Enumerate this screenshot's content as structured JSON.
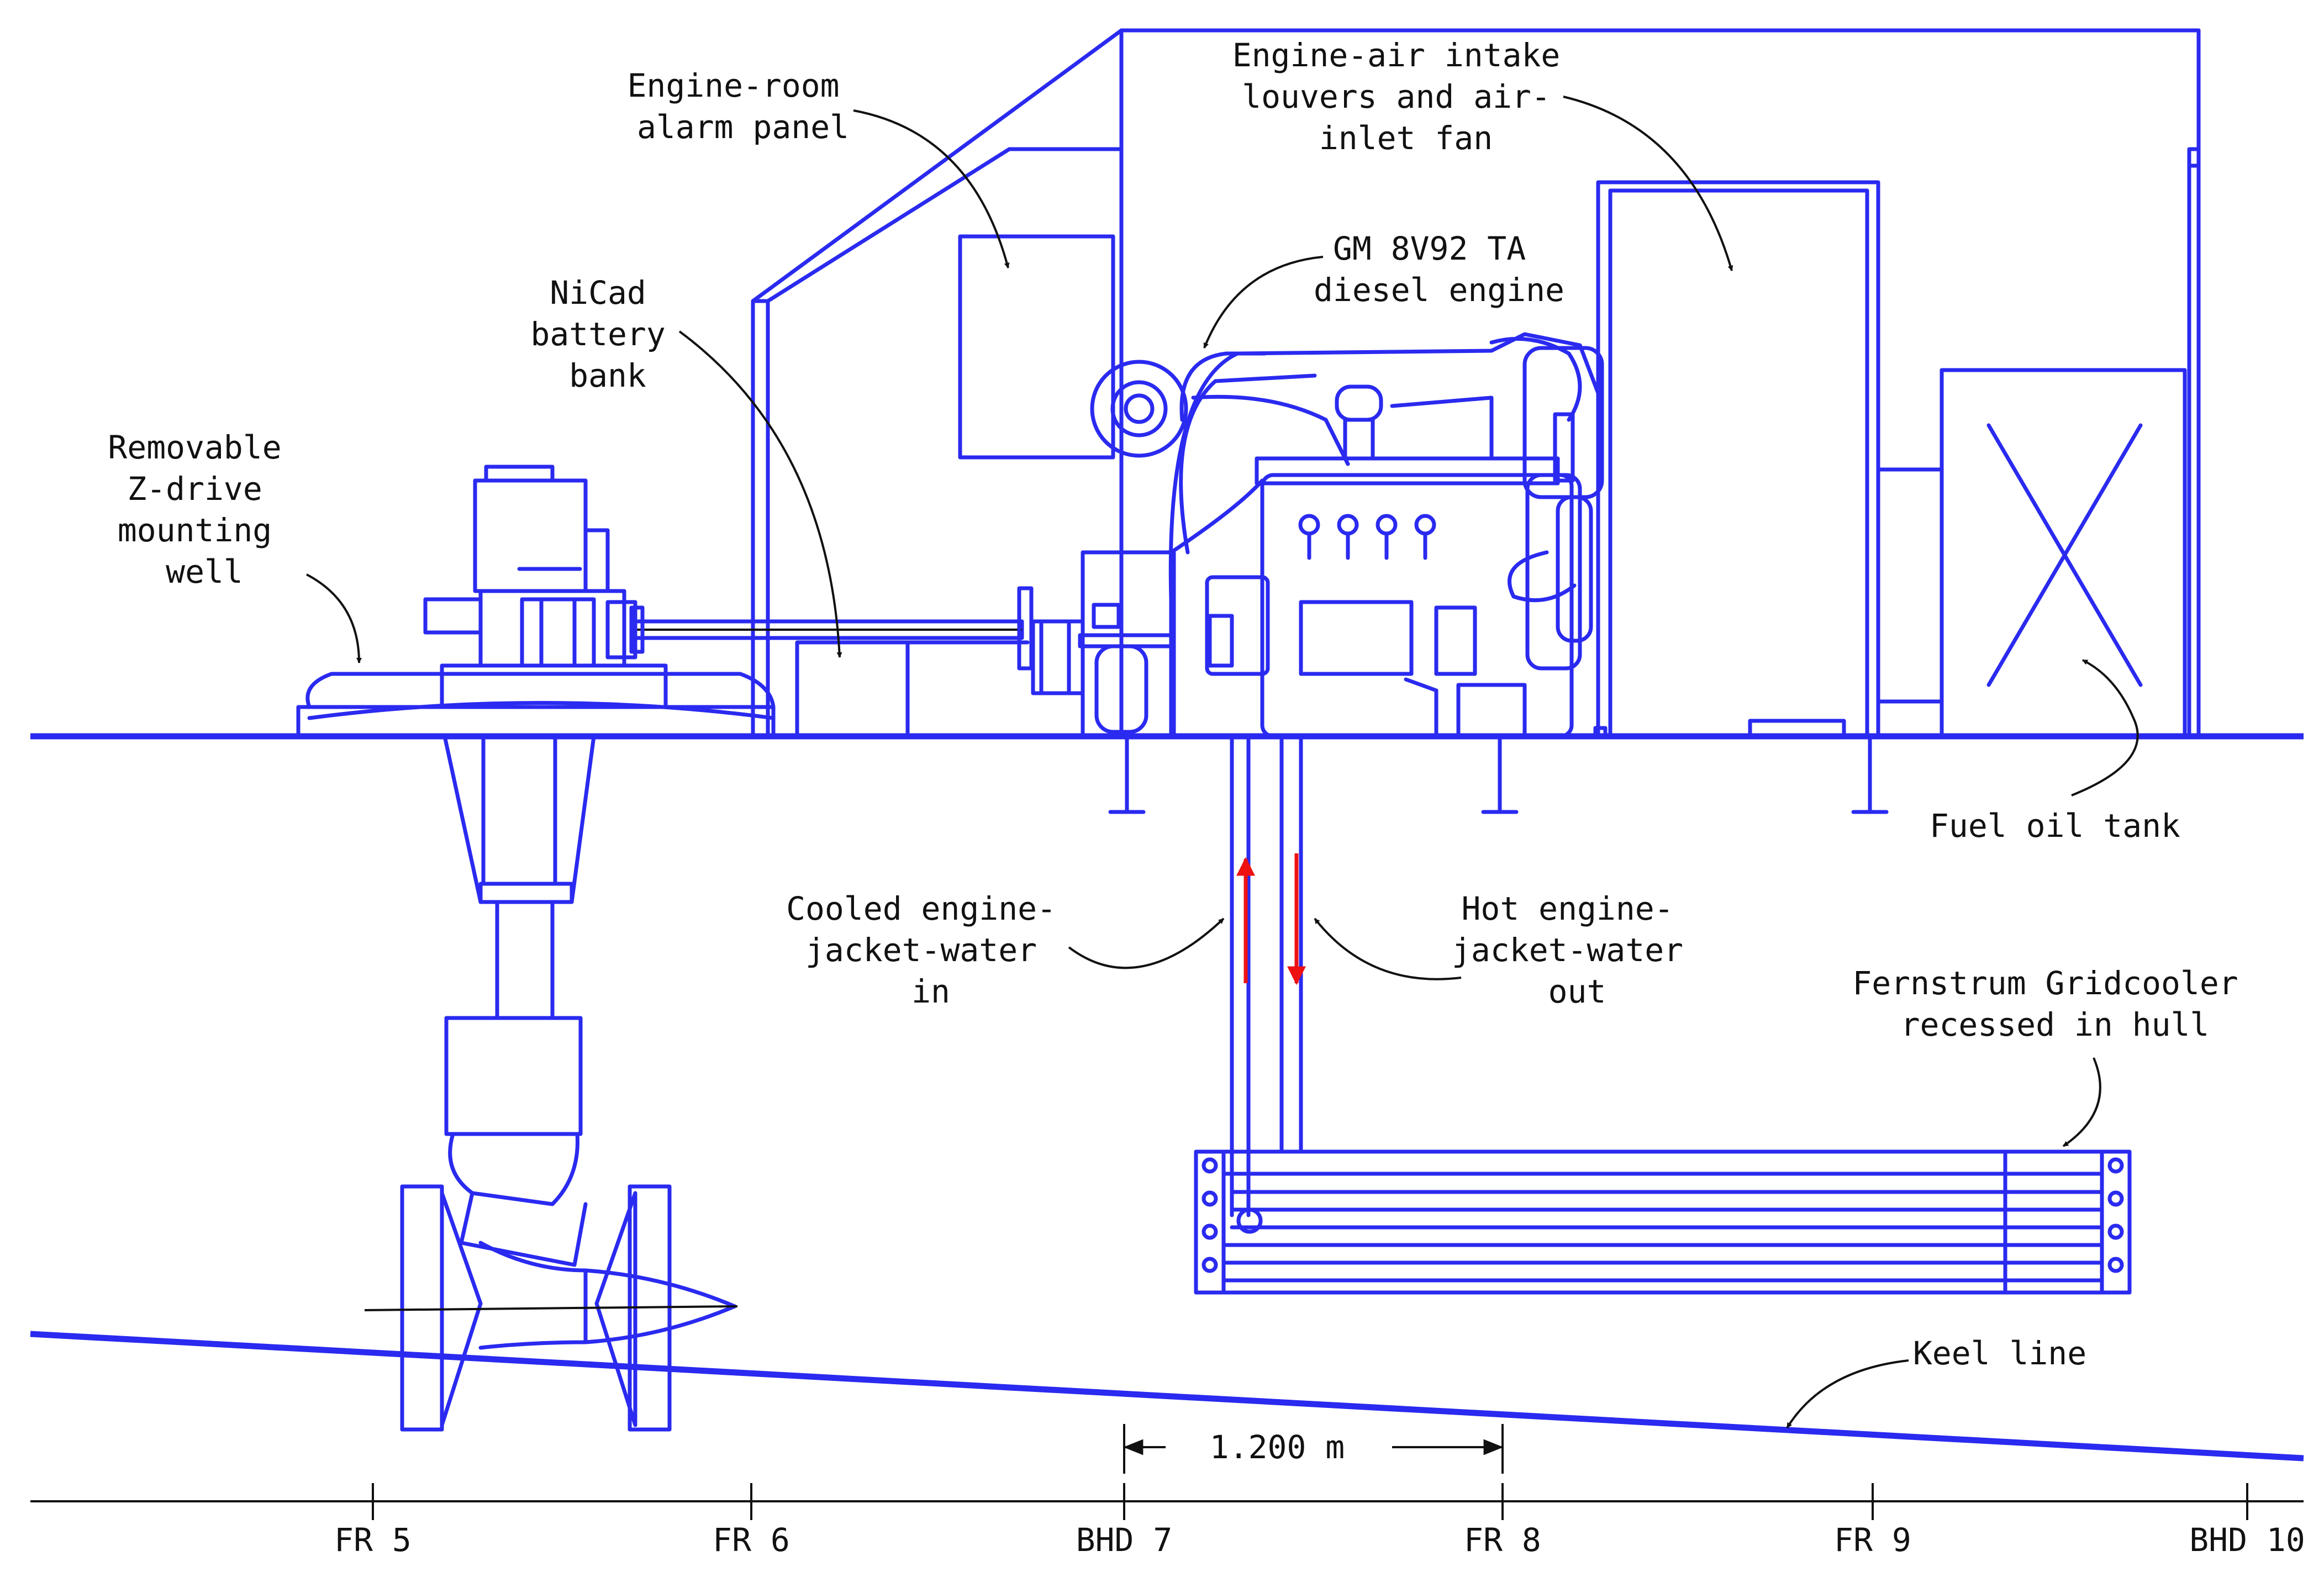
{
  "colors": {
    "drawing": "#2a2af0",
    "text": "#111111",
    "flow_arrow": "#ee1111",
    "background": "#ffffff"
  },
  "labels": {
    "alarm_panel": [
      "Engine-room",
      "alarm panel"
    ],
    "air_intake": [
      "Engine-air intake",
      "louvers and air-",
      "inlet fan"
    ],
    "engine": [
      "GM 8V92 TA",
      "diesel engine"
    ],
    "battery": [
      "NiCad",
      "battery",
      "bank"
    ],
    "zdrive_well": [
      "Removable",
      "Z-drive",
      "mounting",
      "well"
    ],
    "fuel_tank": [
      "Fuel oil tank"
    ],
    "cooled_water": [
      "Cooled engine-",
      "jacket-water",
      "in"
    ],
    "hot_water": [
      "Hot engine-",
      "jacket-water",
      "out"
    ],
    "gridcooler": [
      "Fernstrum Gridcooler",
      "recessed in hull"
    ],
    "keel": [
      "Keel line"
    ]
  },
  "dimension": {
    "label": "1.200 m"
  },
  "frames": [
    "FR 5",
    "FR 6",
    "BHD 7",
    "FR 8",
    "FR 9",
    "BHD 10"
  ]
}
